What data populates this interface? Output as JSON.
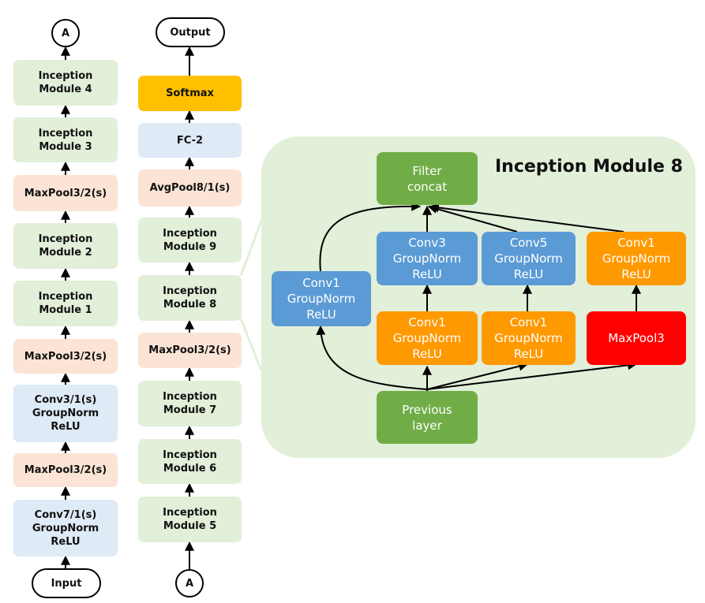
{
  "left_column": {
    "top_connector": "A",
    "modules": [
      "Inception\nModule 4",
      "Inception\nModule 3",
      "MaxPool3/2(s)",
      "Inception\nModule 2",
      "Inception\nModule 1",
      "MaxPool3/2(s)",
      "Conv3/1(s)\nGroupNorm\nReLU",
      "MaxPool3/2(s)",
      "Conv7/1(s)\nGroupNorm\nReLU"
    ],
    "input": "Input"
  },
  "middle_column": {
    "output": "Output",
    "softmax": "Softmax",
    "fc": "FC-2",
    "avgpool": "AvgPool8/1(s)",
    "modules": [
      "Inception\nModule 9",
      "Inception\nModule 8",
      "MaxPool3/2(s)",
      "Inception\nModule 7",
      "Inception\nModule 6",
      "Inception\nModule 5"
    ],
    "bottom_connector": "A"
  },
  "inception_detail": {
    "title": "Inception Module 8",
    "filter_concat": "Filter\nconcat",
    "previous_layer": "Previous\nlayer",
    "branch_conv1": "Conv1\nGroupNorm\nReLU",
    "branch_conv3_top": "Conv3\nGroupNorm\nReLU",
    "branch_conv5_top": "Conv5\nGroupNorm\nReLU",
    "branch_pool_top": "Conv1\nGroupNorm\nReLU",
    "branch_conv3_bottom": "Conv1\nGroupNorm\nReLU",
    "branch_conv5_bottom": "Conv1\nGroupNorm\nReLU",
    "branch_pool_bottom": "MaxPool3"
  },
  "colors": {
    "green_light": "#e2efd9",
    "pink_light": "#fbe4d5",
    "blue_light": "#deeaf6",
    "softmax": "#ffc000",
    "green_dark": "#70ad47",
    "blue": "#5b9bd5",
    "orange": "#ff9900",
    "red": "#ff0000"
  }
}
